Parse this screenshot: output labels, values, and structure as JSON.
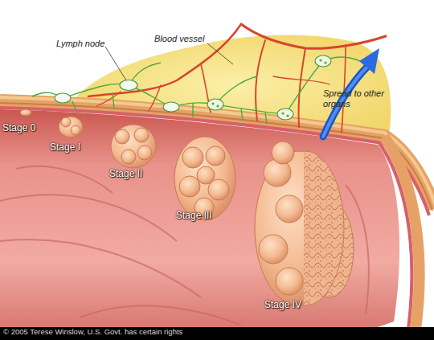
{
  "diagram": {
    "labels": [
      "Lymph node",
      "Blood vessel",
      "Stage 0",
      "Stage I",
      "Stage II",
      "Stage III",
      "Stage IV",
      "Spread to other organs",
      "© 2005 Terese Winslow, U.S. Govt. has certain rights"
    ]
  }
}
